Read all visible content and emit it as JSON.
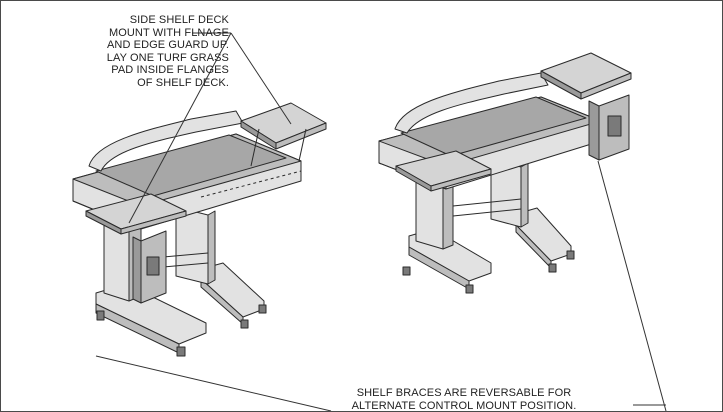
{
  "callouts": {
    "shelf_deck": {
      "lines": [
        "SIDE SHELF DECK",
        "MOUNT WITH FLNAGE",
        "AND EDGE GUARD UP.",
        "LAY ONE TURF GRASS",
        "PAD INSIDE FLANGES",
        "OF SHELF DECK."
      ]
    },
    "shelf_braces": {
      "lines": [
        "SHELF BRACES ARE REVERSABLE FOR",
        "ALTERNATE CONTROL MOUNT POSITION."
      ]
    }
  },
  "colors": {
    "outline": "#2b2b2b",
    "deck_fill": "#bdbdbd",
    "frame_fill": "#e2e2e2",
    "shadow_fill": "#9a9a9a",
    "leader": "#333333"
  }
}
